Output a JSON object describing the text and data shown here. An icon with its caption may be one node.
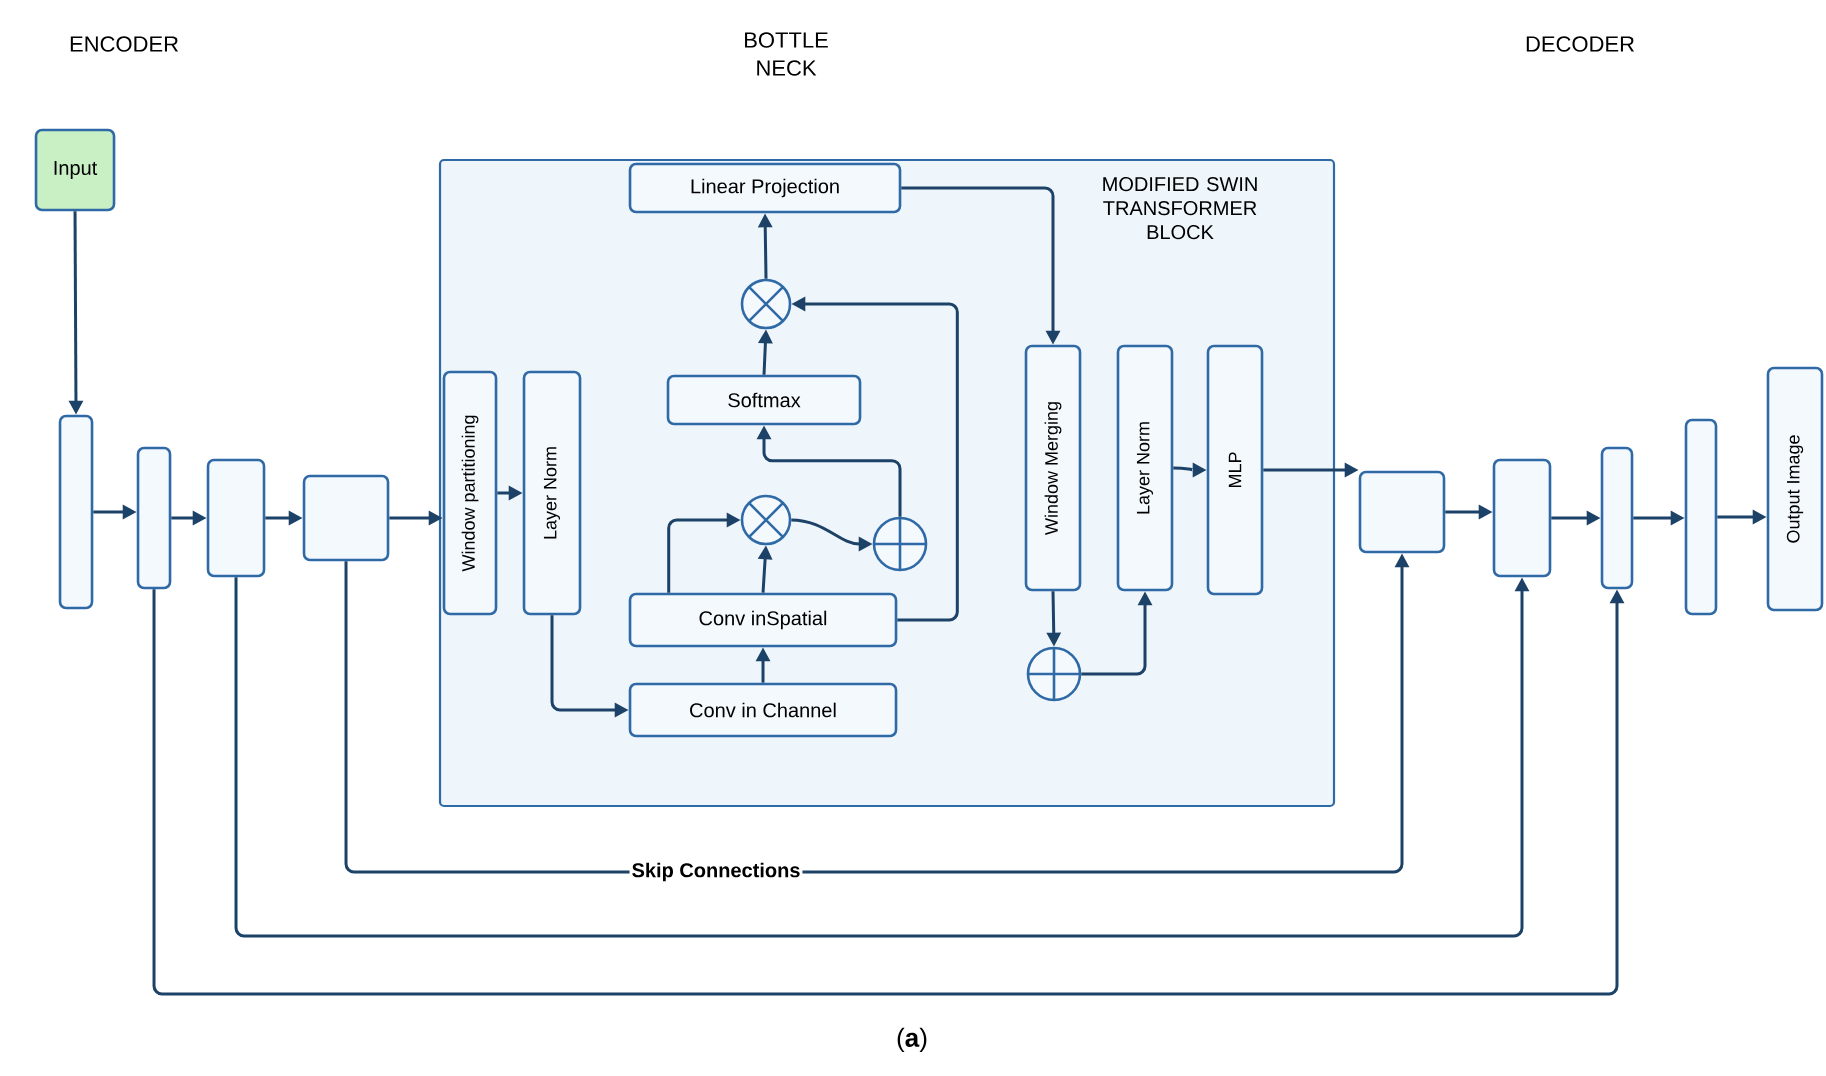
{
  "diagram": {
    "caption": "(**a**)",
    "nodes": [
      {
        "text": [
          "Input"
        ]
      },
      {
        "text": [],
        "shape": "box"
      },
      {
        "text": [],
        "shape": "box"
      },
      {
        "text": [],
        "shape": "box"
      },
      {
        "text": [],
        "shape": "box"
      },
      {
        "text": [
          "MODIFIED SWIN TRANSFORMER BLOCK"
        ]
      },
      {
        "text": [
          "Window partitioning"
        ],
        "in": 5
      },
      {
        "text": [
          "Layer Norm"
        ],
        "in": 5
      },
      {
        "text": [
          "Conv in Channel"
        ],
        "in": 5
      },
      {
        "text": [
          "Conv inSpatial"
        ],
        "in": 5
      },
      {
        "text": [],
        "shape": "circle",
        "in": 5
      },
      {
        "text": [],
        "shape": "circle",
        "in": 5
      },
      {
        "text": [
          "Softmax"
        ],
        "in": 5
      },
      {
        "text": [],
        "shape": "circle",
        "in": 5
      },
      {
        "text": [
          "Linear Projection"
        ],
        "in": 5
      },
      {
        "text": [
          "Window Merging"
        ],
        "in": 5
      },
      {
        "text": [],
        "shape": "circle",
        "in": 5
      },
      {
        "text": [
          "Layer Norm"
        ],
        "in": 5
      },
      {
        "text": [
          "MLP"
        ],
        "in": 5
      },
      {
        "text": [],
        "shape": "box"
      },
      {
        "text": [],
        "shape": "box"
      },
      {
        "text": [],
        "shape": "box"
      },
      {
        "text": [],
        "shape": "box"
      },
      {
        "text": [
          "Output Image"
        ]
      }
    ],
    "edges": [
      {
        "from": 0,
        "to": 1,
        "arrow": "to"
      },
      {
        "from": 1,
        "to": 2,
        "arrow": "to"
      },
      {
        "from": 2,
        "to": 3,
        "arrow": "to"
      },
      {
        "from": 3,
        "to": 4,
        "arrow": "to"
      },
      {
        "from": 4,
        "to": 6,
        "arrow": "to"
      },
      {
        "from": 6,
        "to": 7,
        "arrow": "to"
      },
      {
        "from": 7,
        "to": 8,
        "arrow": "to"
      },
      {
        "from": 8,
        "to": 9,
        "arrow": "to"
      },
      {
        "from": 9,
        "to": 10,
        "arrow": "to"
      },
      {
        "from": 9,
        "to": 10,
        "arrow": "to"
      },
      {
        "from": 10,
        "to": 11,
        "arrow": "to"
      },
      {
        "from": 11,
        "to": 12,
        "arrow": "to"
      },
      {
        "from": 9,
        "to": 13,
        "arrow": "to"
      },
      {
        "from": 12,
        "to": 13,
        "arrow": "to"
      },
      {
        "from": 13,
        "to": 14,
        "arrow": "to"
      },
      {
        "from": 14,
        "to": 15,
        "arrow": "to"
      },
      {
        "from": 15,
        "to": 16,
        "arrow": "to"
      },
      {
        "from": 16,
        "to": 17,
        "arrow": "to"
      },
      {
        "from": 17,
        "to": 18,
        "arrow": "to"
      },
      {
        "from": 18,
        "to": 19,
        "arrow": "to"
      },
      {
        "from": 19,
        "to": 20,
        "arrow": "to"
      },
      {
        "from": 20,
        "to": 21,
        "arrow": "to"
      },
      {
        "from": 21,
        "to": 22,
        "arrow": "to"
      },
      {
        "from": 22,
        "to": 23,
        "arrow": "to"
      },
      {
        "from": 4,
        "to": 19,
        "arrow": "to",
        "label": "Skip Connections"
      },
      {
        "from": 3,
        "to": 20,
        "arrow": "to"
      },
      {
        "from": 2,
        "to": 21,
        "arrow": "to"
      }
    ],
    "labels": [
      "ENCODER",
      "BOTTLE NECK",
      "DECODER"
    ]
  }
}
